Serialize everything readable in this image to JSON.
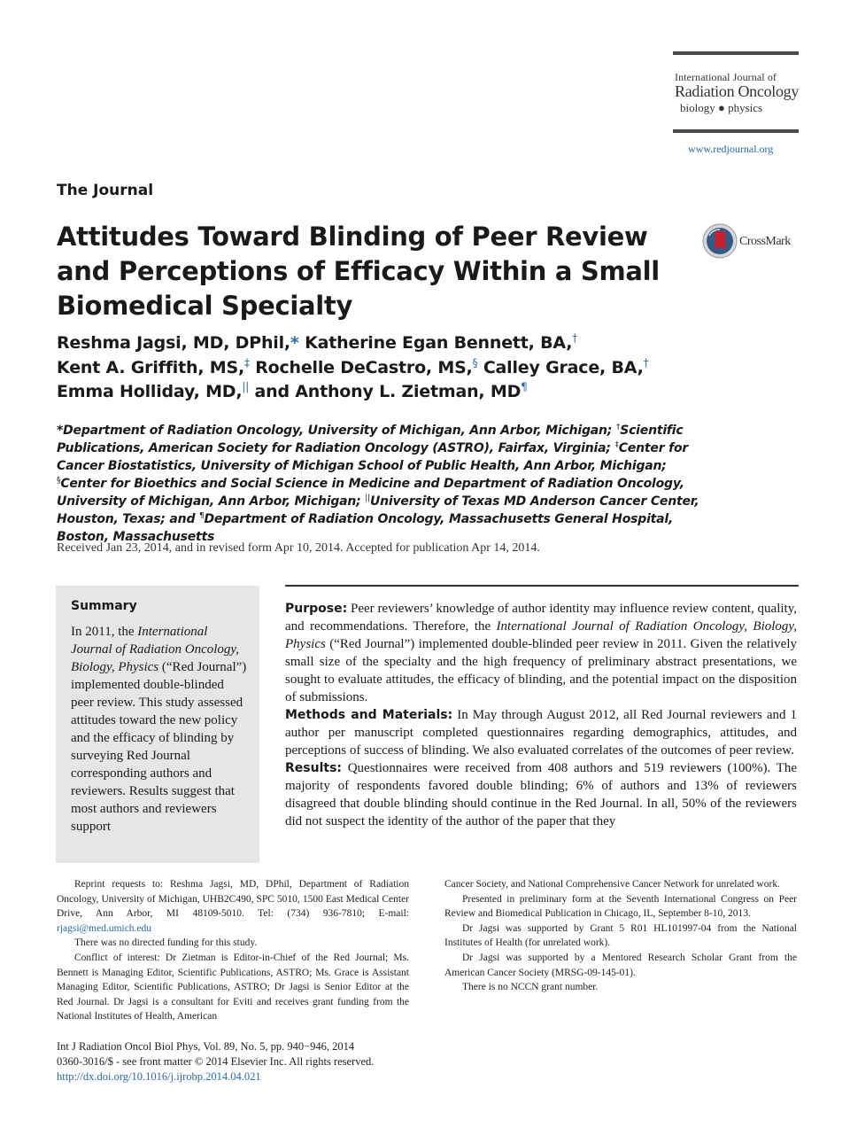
{
  "journal_logo": {
    "line1": "International Journal of",
    "line2": "Radiation Oncology",
    "line3": "biology ● physics",
    "url": "www.redjournal.org"
  },
  "section": "The Journal",
  "title": "Attitudes Toward Blinding of Peer Review and Perceptions of Efficacy Within a Small Biomedical Specialty",
  "crossmark_label": "CrossMark",
  "authors": [
    {
      "name": "Reshma Jagsi, MD, DPhil,",
      "sym": "*"
    },
    {
      "name": "Katherine Egan Bennett, BA,",
      "sym": "†"
    },
    {
      "name": "Kent A. Griffith, MS,",
      "sym": "‡"
    },
    {
      "name": "Rochelle DeCastro, MS,",
      "sym": "§"
    },
    {
      "name": "Calley Grace, BA,",
      "sym": "†"
    },
    {
      "name": "Emma Holliday, MD,",
      "sym": "||"
    },
    {
      "name": "and Anthony L. Zietman, MD",
      "sym": "¶"
    }
  ],
  "affiliations": [
    {
      "sym": "*",
      "text": "Department of Radiation Oncology, University of Michigan, Ann Arbor, Michigan;"
    },
    {
      "sym": "†",
      "text": "Scientific Publications, American Society for Radiation Oncology (ASTRO), Fairfax, Virginia;"
    },
    {
      "sym": "‡",
      "text": "Center for Cancer Biostatistics, University of Michigan School of Public Health, Ann Arbor, Michigan;"
    },
    {
      "sym": "§",
      "text": "Center for Bioethics and Social Science in Medicine and Department of Radiation Oncology, University of Michigan, Ann Arbor, Michigan;"
    },
    {
      "sym": "||",
      "text": "University of Texas MD Anderson Cancer Center, Houston, Texas; and"
    },
    {
      "sym": "¶",
      "text": "Department of Radiation Oncology, Massachusetts General Hospital, Boston, Massachusetts"
    }
  ],
  "received": "Received Jan 23, 2014, and in revised form Apr 10, 2014. Accepted for publication Apr 14, 2014.",
  "summary": {
    "heading": "Summary",
    "text_a": "In 2011, the ",
    "text_italic": "International Journal of Radiation Oncology, Biology, Physics",
    "text_b": " (“Red Journal”) implemented double-blinded peer review. This study assessed attitudes toward the new policy and the efficacy of blinding by surveying Red Journal corresponding authors and reviewers. Results suggest that most authors and reviewers support"
  },
  "abstract": {
    "purpose_head": "Purpose:",
    "purpose_a": " Peer reviewers’ knowledge of author identity may influence review content, quality, and recommendations. Therefore, the ",
    "purpose_italic": "International Journal of Radiation Oncology, Biology, Physics",
    "purpose_b": " (“Red Journal”) implemented double-blinded peer review in 2011. Given the relatively small size of the specialty and the high frequency of preliminary abstract presentations, we sought to evaluate attitudes, the efficacy of blinding, and the potential impact on the disposition of submissions.",
    "methods_head": "Methods and Materials:",
    "methods": " In May through August 2012, all Red Journal reviewers and 1 author per manuscript completed questionnaires regarding demographics, attitudes, and perceptions of success of blinding. We also evaluated correlates of the outcomes of peer review.",
    "results_head": "Results:",
    "results": " Questionnaires were received from 408 authors and 519 reviewers (100%). The majority of respondents favored double blinding; 6% of authors and 13% of reviewers disagreed that double blinding should continue in the Red Journal. In all, 50% of the reviewers did not suspect the identity of the author of the paper that they"
  },
  "footnotes_left": {
    "reprint_a": "Reprint requests to: Reshma Jagsi, MD, DPhil, Department of Radiation Oncology, University of Michigan, UHB2C490, SPC 5010, 1500 East Medical Center Drive, Ann Arbor, MI 48109-5010. Tel: (734) 936-7810; E-mail: ",
    "email": "rjagsi@med.umich.edu",
    "funding": "There was no directed funding for this study.",
    "conflict": "Conflict of interest: Dr Zietman is Editor-in-Chief of the Red Journal; Ms. Bennett is Managing Editor, Scientific Publications, ASTRO; Ms. Grace is Assistant Managing Editor, Scientific Publications, ASTRO; Dr Jagsi is Senior Editor at the Red Journal. Dr Jagsi is a consultant for Eviti and receives grant funding from the National Institutes of Health, American"
  },
  "footnotes_right": {
    "cont": "Cancer Society, and National Comprehensive Cancer Network for unrelated work.",
    "presented": "Presented in preliminary form at the Seventh International Congress on Peer Review and Biomedical Publication in Chicago, IL, September 8-10, 2013.",
    "grant1": "Dr Jagsi was supported by Grant 5 R01 HL101997-04 from the National Institutes of Health (for unrelated work).",
    "grant2": "Dr Jagsi was supported by a Mentored Research Scholar Grant from the American Cancer Society (MRSG-09-145-01).",
    "nccn": "There is no NCCN grant number."
  },
  "citation": {
    "line1": "Int J Radiation Oncol Biol Phys, Vol. 89, No. 5, pp. 940−946, 2014",
    "line2": "0360-3016/$ - see front matter © 2014 Elsevier Inc. All rights reserved.",
    "doi": "http://dx.doi.org/10.1016/j.ijrobp.2014.04.021"
  }
}
